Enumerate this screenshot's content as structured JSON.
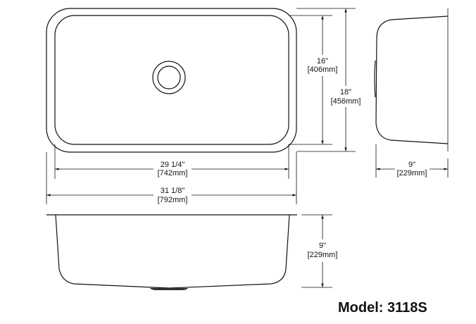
{
  "dimensions": {
    "inner_length": {
      "imperial": "29 1/4\"",
      "metric": "[742mm]"
    },
    "outer_length": {
      "imperial": "31 1/8\"",
      "metric": "[792mm]"
    },
    "inner_width": {
      "imperial": "16\"",
      "metric": "[406mm]"
    },
    "outer_width": {
      "imperial": "18\"",
      "metric": "[456mm]"
    },
    "side_depth": {
      "imperial": "9\"",
      "metric": "[229mm]"
    },
    "front_depth": {
      "imperial": "9\"",
      "metric": "[229mm]"
    }
  },
  "model": {
    "label": "Model: 3118S"
  }
}
